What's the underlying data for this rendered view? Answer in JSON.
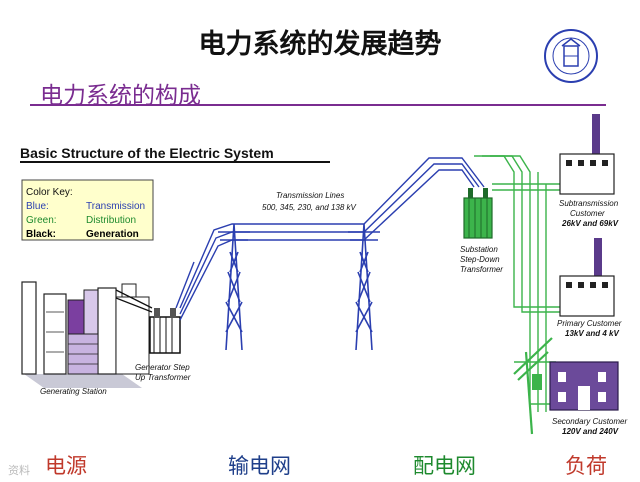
{
  "slide": {
    "title": "电力系统的发展趋势",
    "subtitle": "电力系统的构成"
  },
  "diagram": {
    "heading": "Basic Structure of the Electric System",
    "color_key": {
      "title": "Color Key:",
      "rows": [
        {
          "color_name": "Blue:",
          "meaning": "Transmission",
          "color": "#2b3fb0"
        },
        {
          "color_name": "Green:",
          "meaning": "Distribution",
          "color": "#1e8a2e"
        },
        {
          "color_name": "Black:",
          "meaning": "Generation",
          "color": "#000000"
        }
      ]
    },
    "labels": {
      "transmission_lines": "Transmission Lines",
      "transmission_voltages": "500, 345, 230, and 138 kV",
      "substation_1": "Substation",
      "substation_2": "Step-Down",
      "substation_3": "Transformer",
      "generating_station": "Generating Station",
      "generator_1": "Generator Step",
      "generator_2": "Up Transformer",
      "subtransmission_1": "Subtransmission",
      "subtransmission_2": "Customer",
      "subtransmission_3": "26kV and 69kV",
      "primary_1": "Primary  Customer",
      "primary_2": "13kV and 4 kV",
      "secondary_1": "Secondary Customer",
      "secondary_2": "120V and 240V"
    },
    "colors": {
      "transmission": "#2b3fb0",
      "distribution": "#3cb44b",
      "building_purple": "#5a3a8a",
      "panel_bg": "#ffffff"
    }
  },
  "bottom_labels": {
    "source": "电源",
    "transmission": "输电网",
    "distribution": "配电网",
    "load": "负荷"
  },
  "watermark": "资料"
}
